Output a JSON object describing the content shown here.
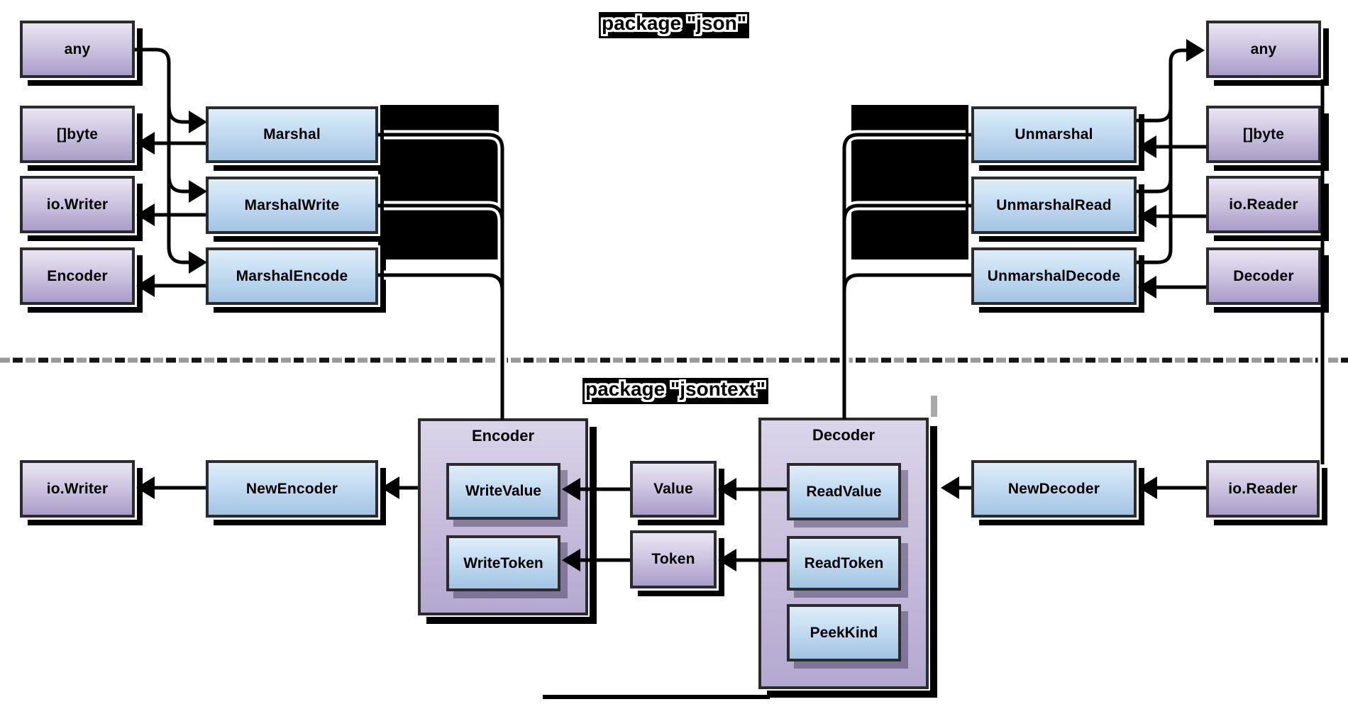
{
  "diagram": {
    "json_section": {
      "title": "package \"json\"",
      "left_inputs": [
        "any",
        "[]byte",
        "io.Writer",
        "Encoder"
      ],
      "left_functions": [
        "Marshal",
        "MarshalWrite",
        "MarshalEncode"
      ],
      "right_functions": [
        "Unmarshal",
        "UnmarshalRead",
        "UnmarshalDecode"
      ],
      "right_inputs": [
        "any",
        "[]byte",
        "io.Reader",
        "Decoder"
      ]
    },
    "jsontext_section": {
      "title": "package \"jsontext\"",
      "writer_input": "io.Writer",
      "new_encoder": "NewEncoder",
      "encoder": {
        "title": "Encoder",
        "methods": [
          "WriteValue",
          "WriteToken"
        ]
      },
      "value_node": "Value",
      "token_node": "Token",
      "decoder": {
        "title": "Decoder",
        "methods": [
          "ReadValue",
          "ReadToken",
          "PeekKind"
        ]
      },
      "new_decoder": "NewDecoder",
      "reader_input": "io.Reader"
    },
    "colors": {
      "purple_top": "#eae6f4",
      "purple_bottom": "#a99cc9",
      "blue_top": "#ddedf9",
      "blue_bottom": "#a2c3e3",
      "container_top": "#dad5ea",
      "container_bottom": "#b3a8cf",
      "border": "#2b2b2b",
      "line": "#000000",
      "divider_gray": "#9a9a9a",
      "divider_black": "#151515",
      "redaction": "#000000"
    }
  }
}
